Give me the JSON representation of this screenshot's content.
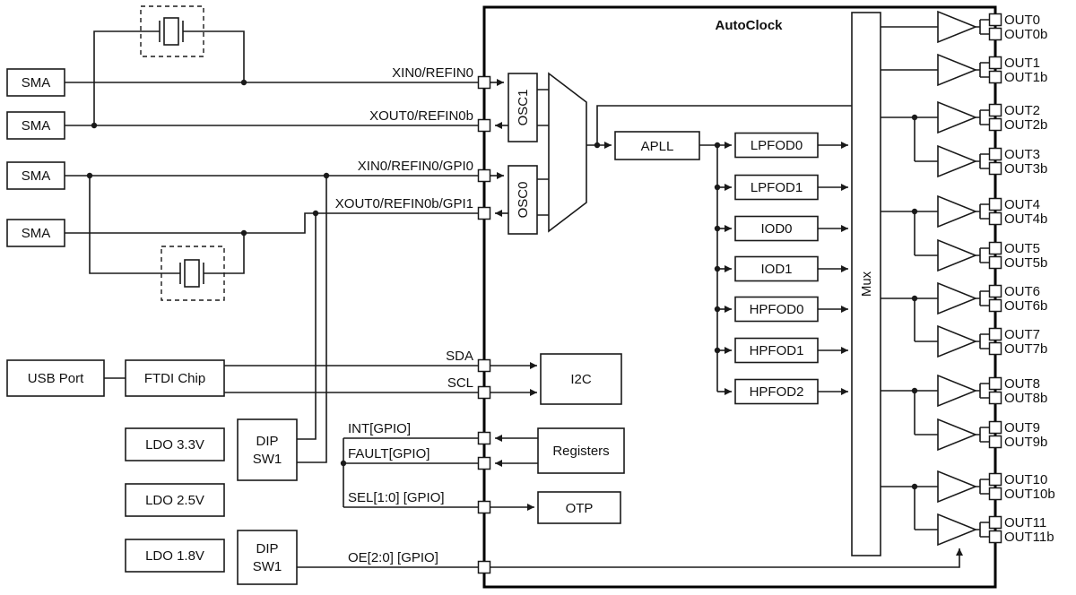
{
  "title": "AutoClock",
  "labels": {
    "sma": "SMA",
    "usb": "USB Port",
    "ftdi": "FTDI Chip",
    "ldo33": "LDO 3.3V",
    "ldo25": "LDO 2.5V",
    "ldo18": "LDO 1.8V",
    "dip_line1": "DIP",
    "dip_line2": "SW1"
  },
  "pins_left": [
    "XIN0/REFIN0",
    "XOUT0/REFIN0b",
    "XIN0/REFIN0/GPI0",
    "XOUT0/REFIN0b/GPI1",
    "SDA",
    "SCL",
    "INT[GPIO]",
    "FAULT[GPIO]",
    "SEL[1:0] [GPIO]",
    "OE[2:0] [GPIO]"
  ],
  "blocks": {
    "osc1": "OSC1",
    "osc0": "OSC0",
    "apll": "APLL",
    "dividers": [
      "LPFOD0",
      "LPFOD1",
      "IOD0",
      "IOD1",
      "HPFOD0",
      "HPFOD1",
      "HPFOD2"
    ],
    "mux": "Mux",
    "i2c": "I2C",
    "registers": "Registers",
    "otp": "OTP"
  },
  "outputs": [
    "OUT0",
    "OUT0b",
    "OUT1",
    "OUT1b",
    "OUT2",
    "OUT2b",
    "OUT3",
    "OUT3b",
    "OUT4",
    "OUT4b",
    "OUT5",
    "OUT5b",
    "OUT6",
    "OUT6b",
    "OUT7",
    "OUT7b",
    "OUT8",
    "OUT8b",
    "OUT9",
    "OUT9b",
    "OUT10",
    "OUT10b",
    "OUT11",
    "OUT11b"
  ],
  "colors": {
    "line": "#1a1a1a",
    "background": "#ffffff"
  }
}
